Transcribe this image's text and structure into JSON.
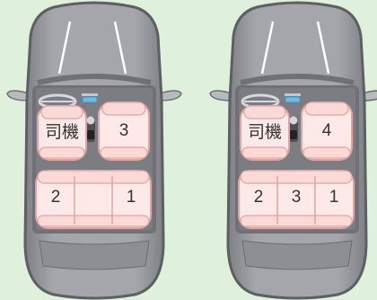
{
  "colors": {
    "background": "#dff0dc",
    "car_body": "#9a9ca1",
    "car_outline": "#5d5f63",
    "cabin": "#6f7176",
    "seat_fill": "#fde9e8",
    "seat_stroke": "#e2a4a2",
    "dashboard_display": "#6fb8e8"
  },
  "cars": [
    {
      "front_seats": {
        "driver_label": "司機",
        "passenger_label": "3"
      },
      "rear_seats": [
        "2",
        "",
        "1"
      ]
    },
    {
      "front_seats": {
        "driver_label": "司機",
        "passenger_label": "4"
      },
      "rear_seats": [
        "2",
        "3",
        "1"
      ]
    }
  ]
}
